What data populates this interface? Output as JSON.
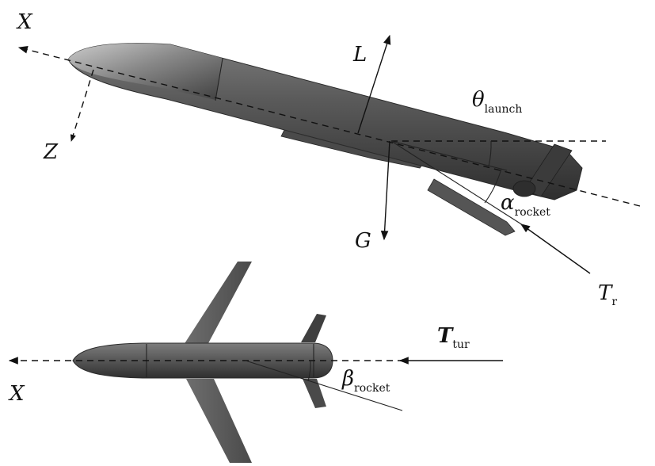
{
  "side_view": {
    "axis_x": "X",
    "axis_z": "Z",
    "lift": "L",
    "gravity": "G",
    "launch_angle": {
      "symbol": "θ",
      "subscript": "launch"
    },
    "attack_angle": {
      "symbol": "α",
      "subscript": "rocket"
    },
    "thrust": {
      "symbol": "T",
      "subscript": "r"
    }
  },
  "top_view": {
    "axis_x": "X",
    "thrust": {
      "symbol": "T",
      "subscript": "tur"
    },
    "sideslip_angle": {
      "symbol": "β",
      "subscript": "rocket"
    }
  }
}
